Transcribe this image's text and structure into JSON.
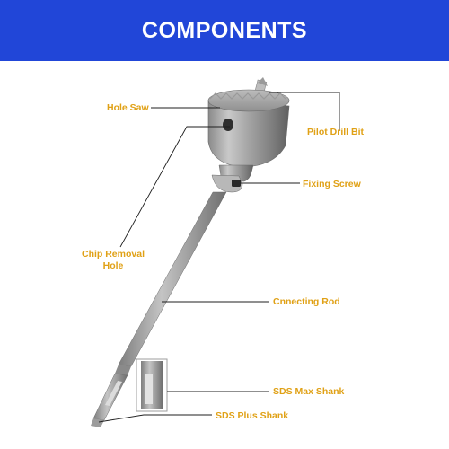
{
  "banner": {
    "title": "COMPONENTS",
    "color": "#2146d8"
  },
  "accent_color": "#e0a116",
  "labels": {
    "hole_saw": "Hole Saw",
    "pilot_drill_bit": "Pilot Drill Bit",
    "fixing_screw": "Fixing Screw",
    "chip_removal_line1": "Chip Removal",
    "chip_removal_line2": "Hole",
    "connecting_rod": "Cnnecting Rod",
    "sds_max_shank": "SDS Max Shank",
    "sds_plus_shank": "SDS Plus Shank"
  }
}
